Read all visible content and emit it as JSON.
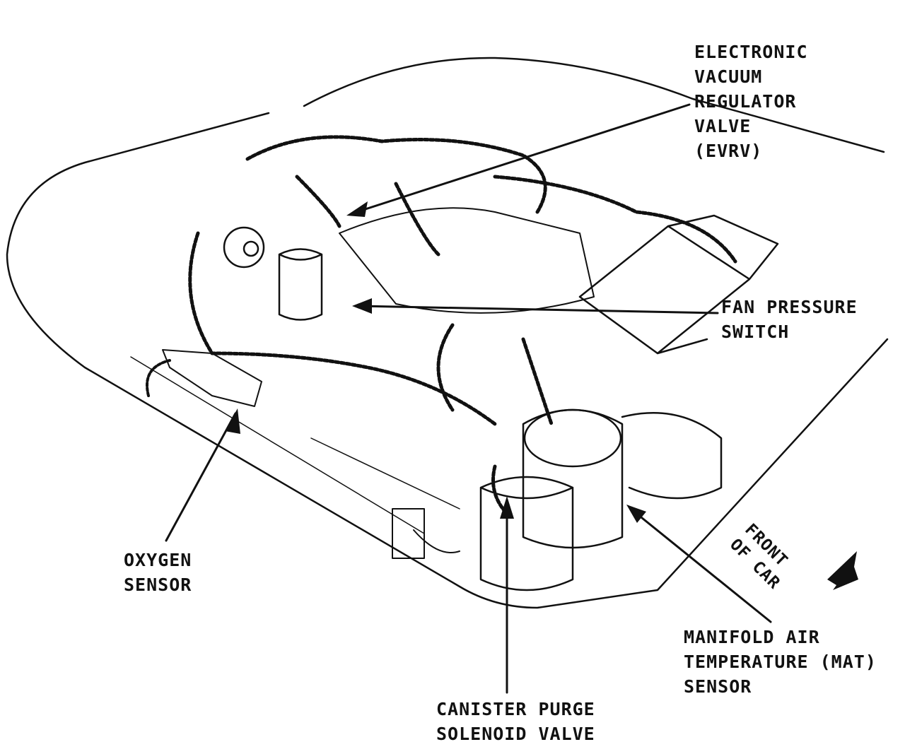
{
  "labels": {
    "evrv": [
      "ELECTRONIC",
      "VACUUM",
      "REGULATOR",
      "VALVE",
      "(EVRV)"
    ],
    "fan_pressure_switch": [
      "FAN PRESSURE",
      "SWITCH"
    ],
    "oxygen_sensor": [
      "OXYGEN",
      "SENSOR"
    ],
    "mat_sensor": [
      "MANIFOLD AIR",
      "TEMPERATURE (MAT)",
      "SENSOR"
    ],
    "canister_purge": [
      "CANISTER PURGE",
      "SOLENOID VALVE"
    ],
    "front_of_car": [
      "FRONT",
      "OF CAR"
    ]
  },
  "colors": {
    "ink": "#111111",
    "background": "#ffffff"
  }
}
